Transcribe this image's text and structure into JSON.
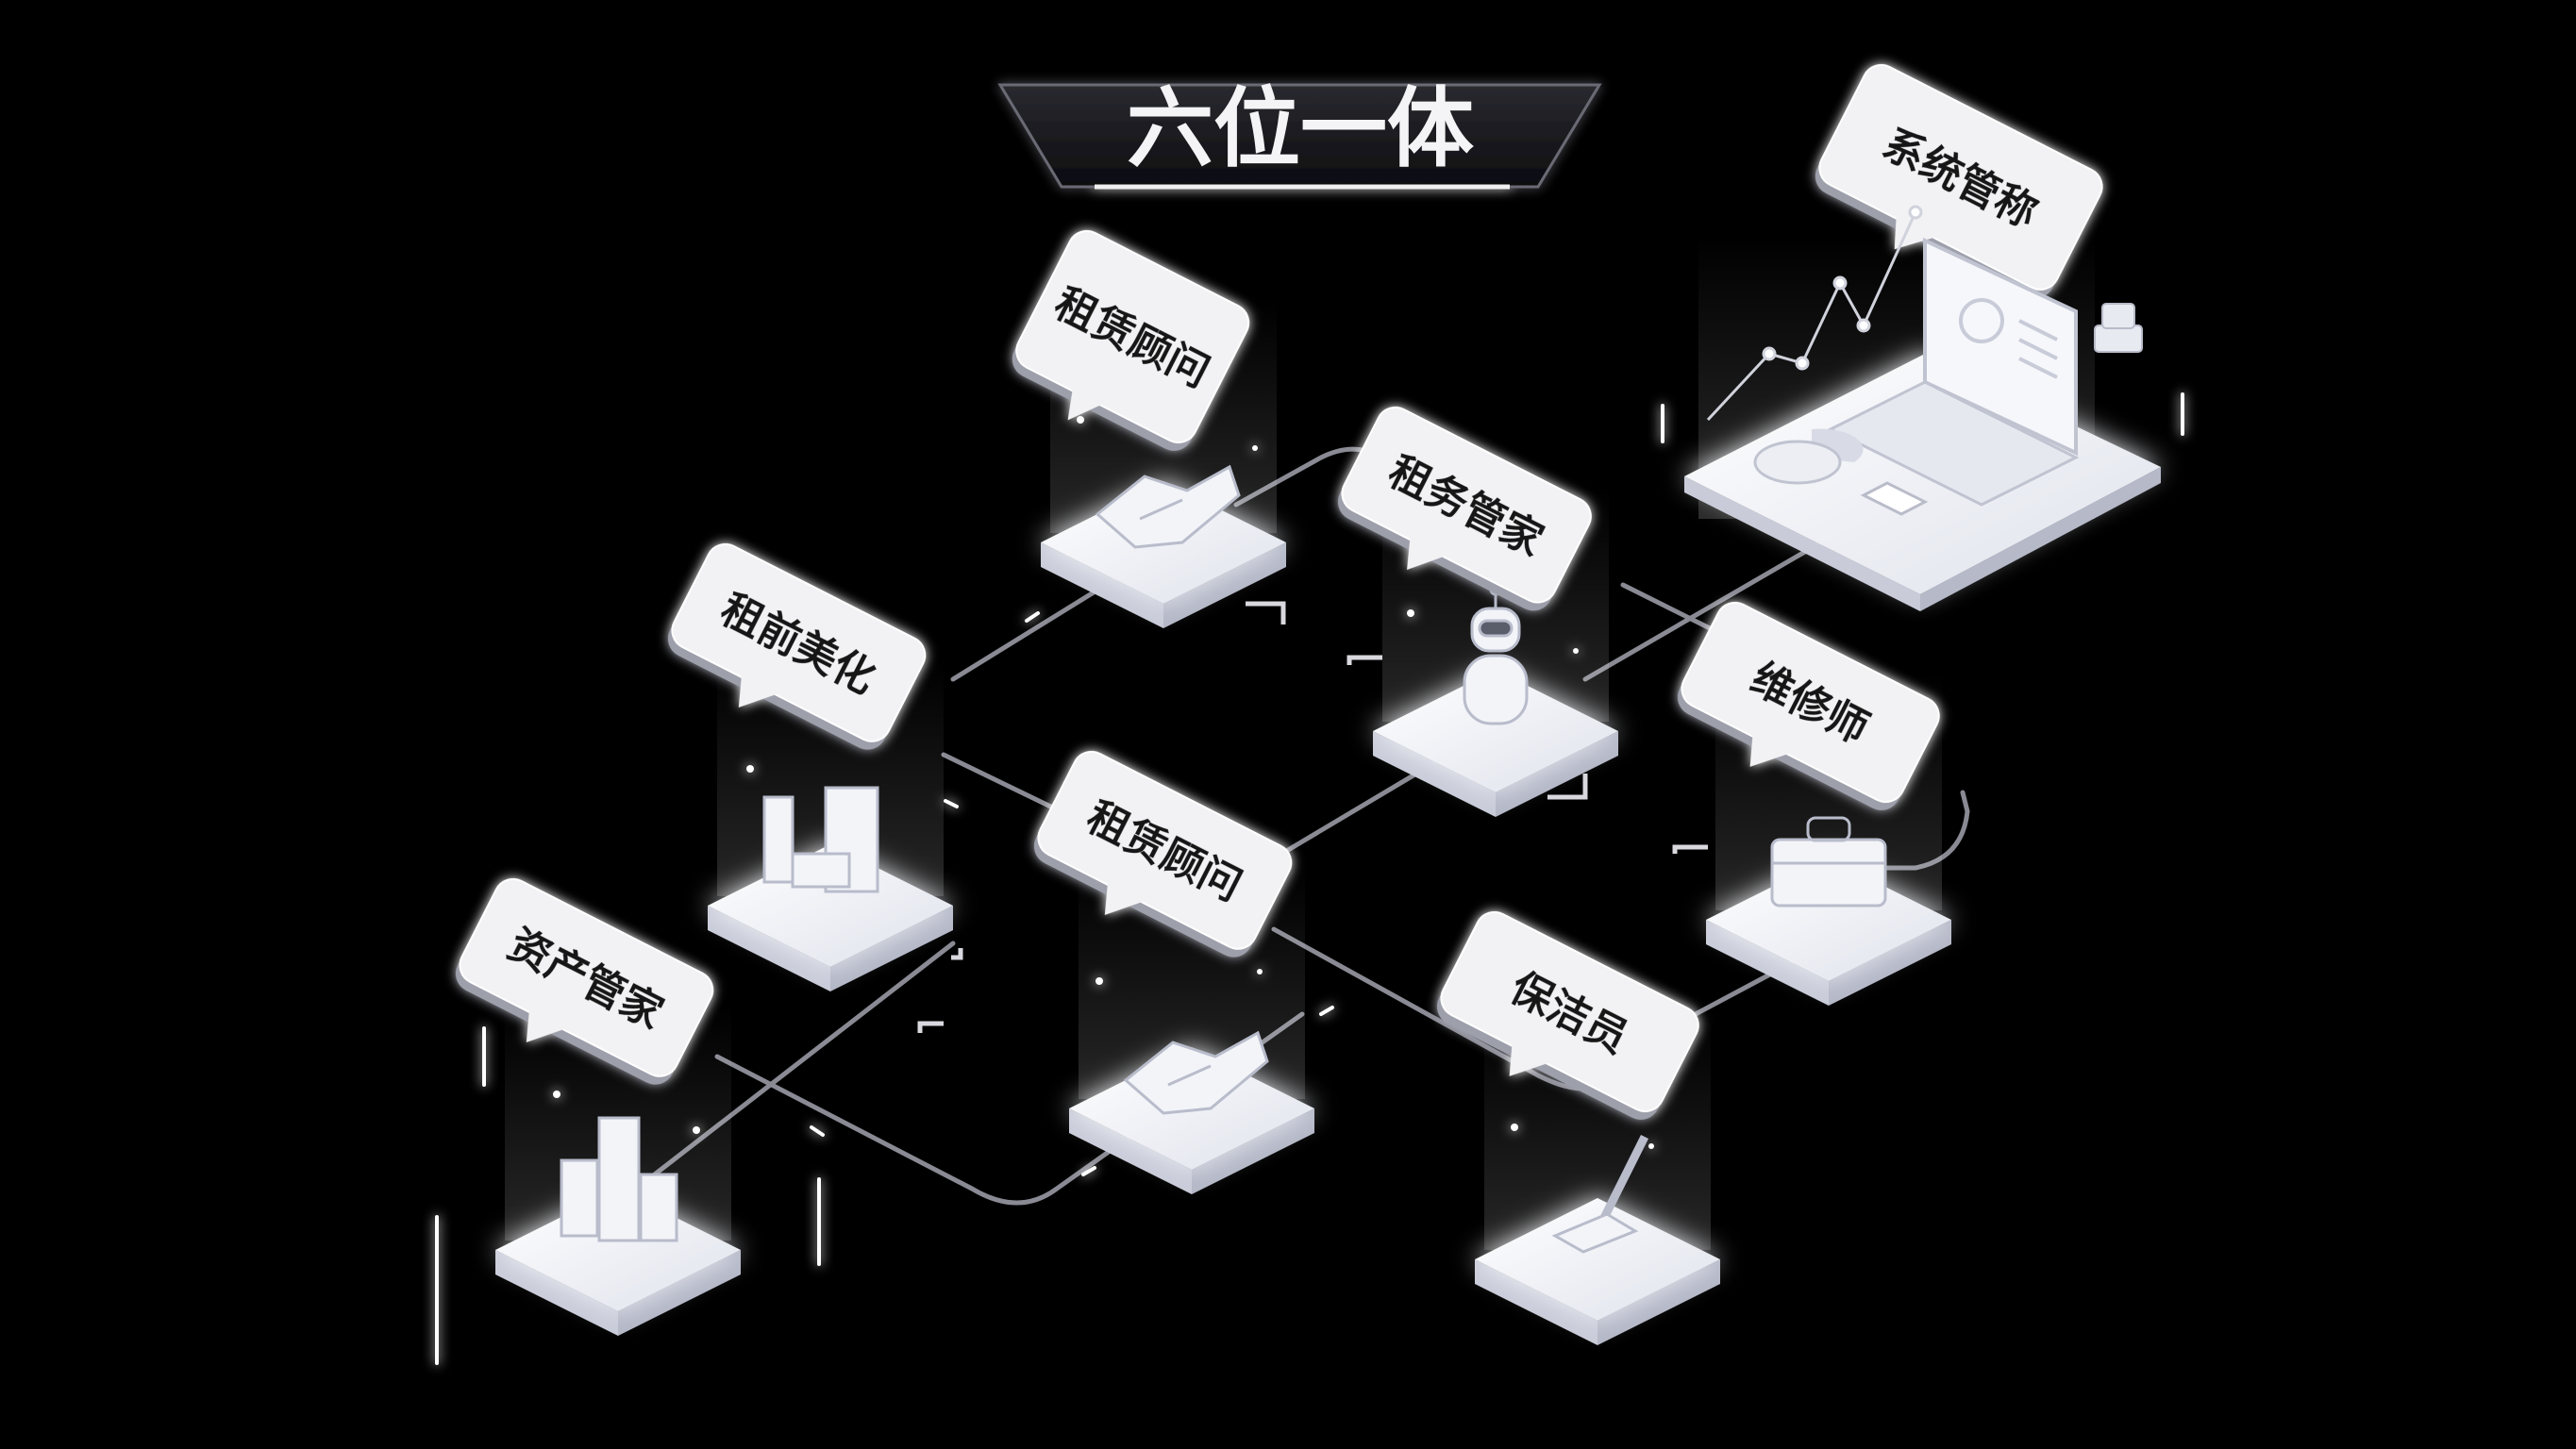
{
  "title": "六位一体",
  "nodes": [
    {
      "id": "asset-manager",
      "label": "资产管家",
      "icon": "buildings-icon"
    },
    {
      "id": "pre-rent-beautify",
      "label": "租前美化",
      "icon": "furniture-icon"
    },
    {
      "id": "rental-advisor-top",
      "label": "租赁顾问",
      "icon": "handshake-icon"
    },
    {
      "id": "rental-advisor-center",
      "label": "租赁顾问",
      "icon": "handshake-icon"
    },
    {
      "id": "rental-butler",
      "label": "租务管家",
      "icon": "robot-icon"
    },
    {
      "id": "repairman",
      "label": "维修师",
      "icon": "toolbox-icon"
    },
    {
      "id": "cleaner",
      "label": "保洁员",
      "icon": "mop-icon"
    },
    {
      "id": "system-butler",
      "label": "系统管称",
      "icon": "laptop-dashboard-icon"
    }
  ],
  "colors": {
    "background": "#000000",
    "platform": "#eef0f6",
    "label_bg": "#f2f2f4",
    "connector": "#8a8a94",
    "glow": "#ffffff"
  }
}
